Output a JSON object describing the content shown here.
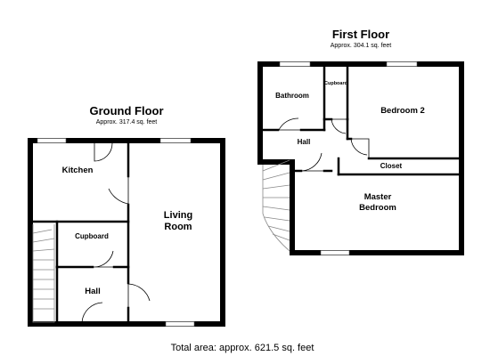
{
  "ground_floor": {
    "title": "Ground Floor",
    "area": "Approx. 317.4 sq. feet",
    "rooms": {
      "kitchen": "Kitchen",
      "living_line1": "Living",
      "living_line2": "Room",
      "cupboard": "Cupboard",
      "hall": "Hall"
    }
  },
  "first_floor": {
    "title": "First Floor",
    "area": "Approx. 304.1 sq. feet",
    "rooms": {
      "bathroom": "Bathroom",
      "cupboard": "Cupboard",
      "bedroom2": "Bedroom 2",
      "hall": "Hall",
      "closet": "Closet",
      "master_line1": "Master",
      "master_line2": "Bedroom"
    }
  },
  "total_area": "Total area: approx. 621.5 sq. feet"
}
